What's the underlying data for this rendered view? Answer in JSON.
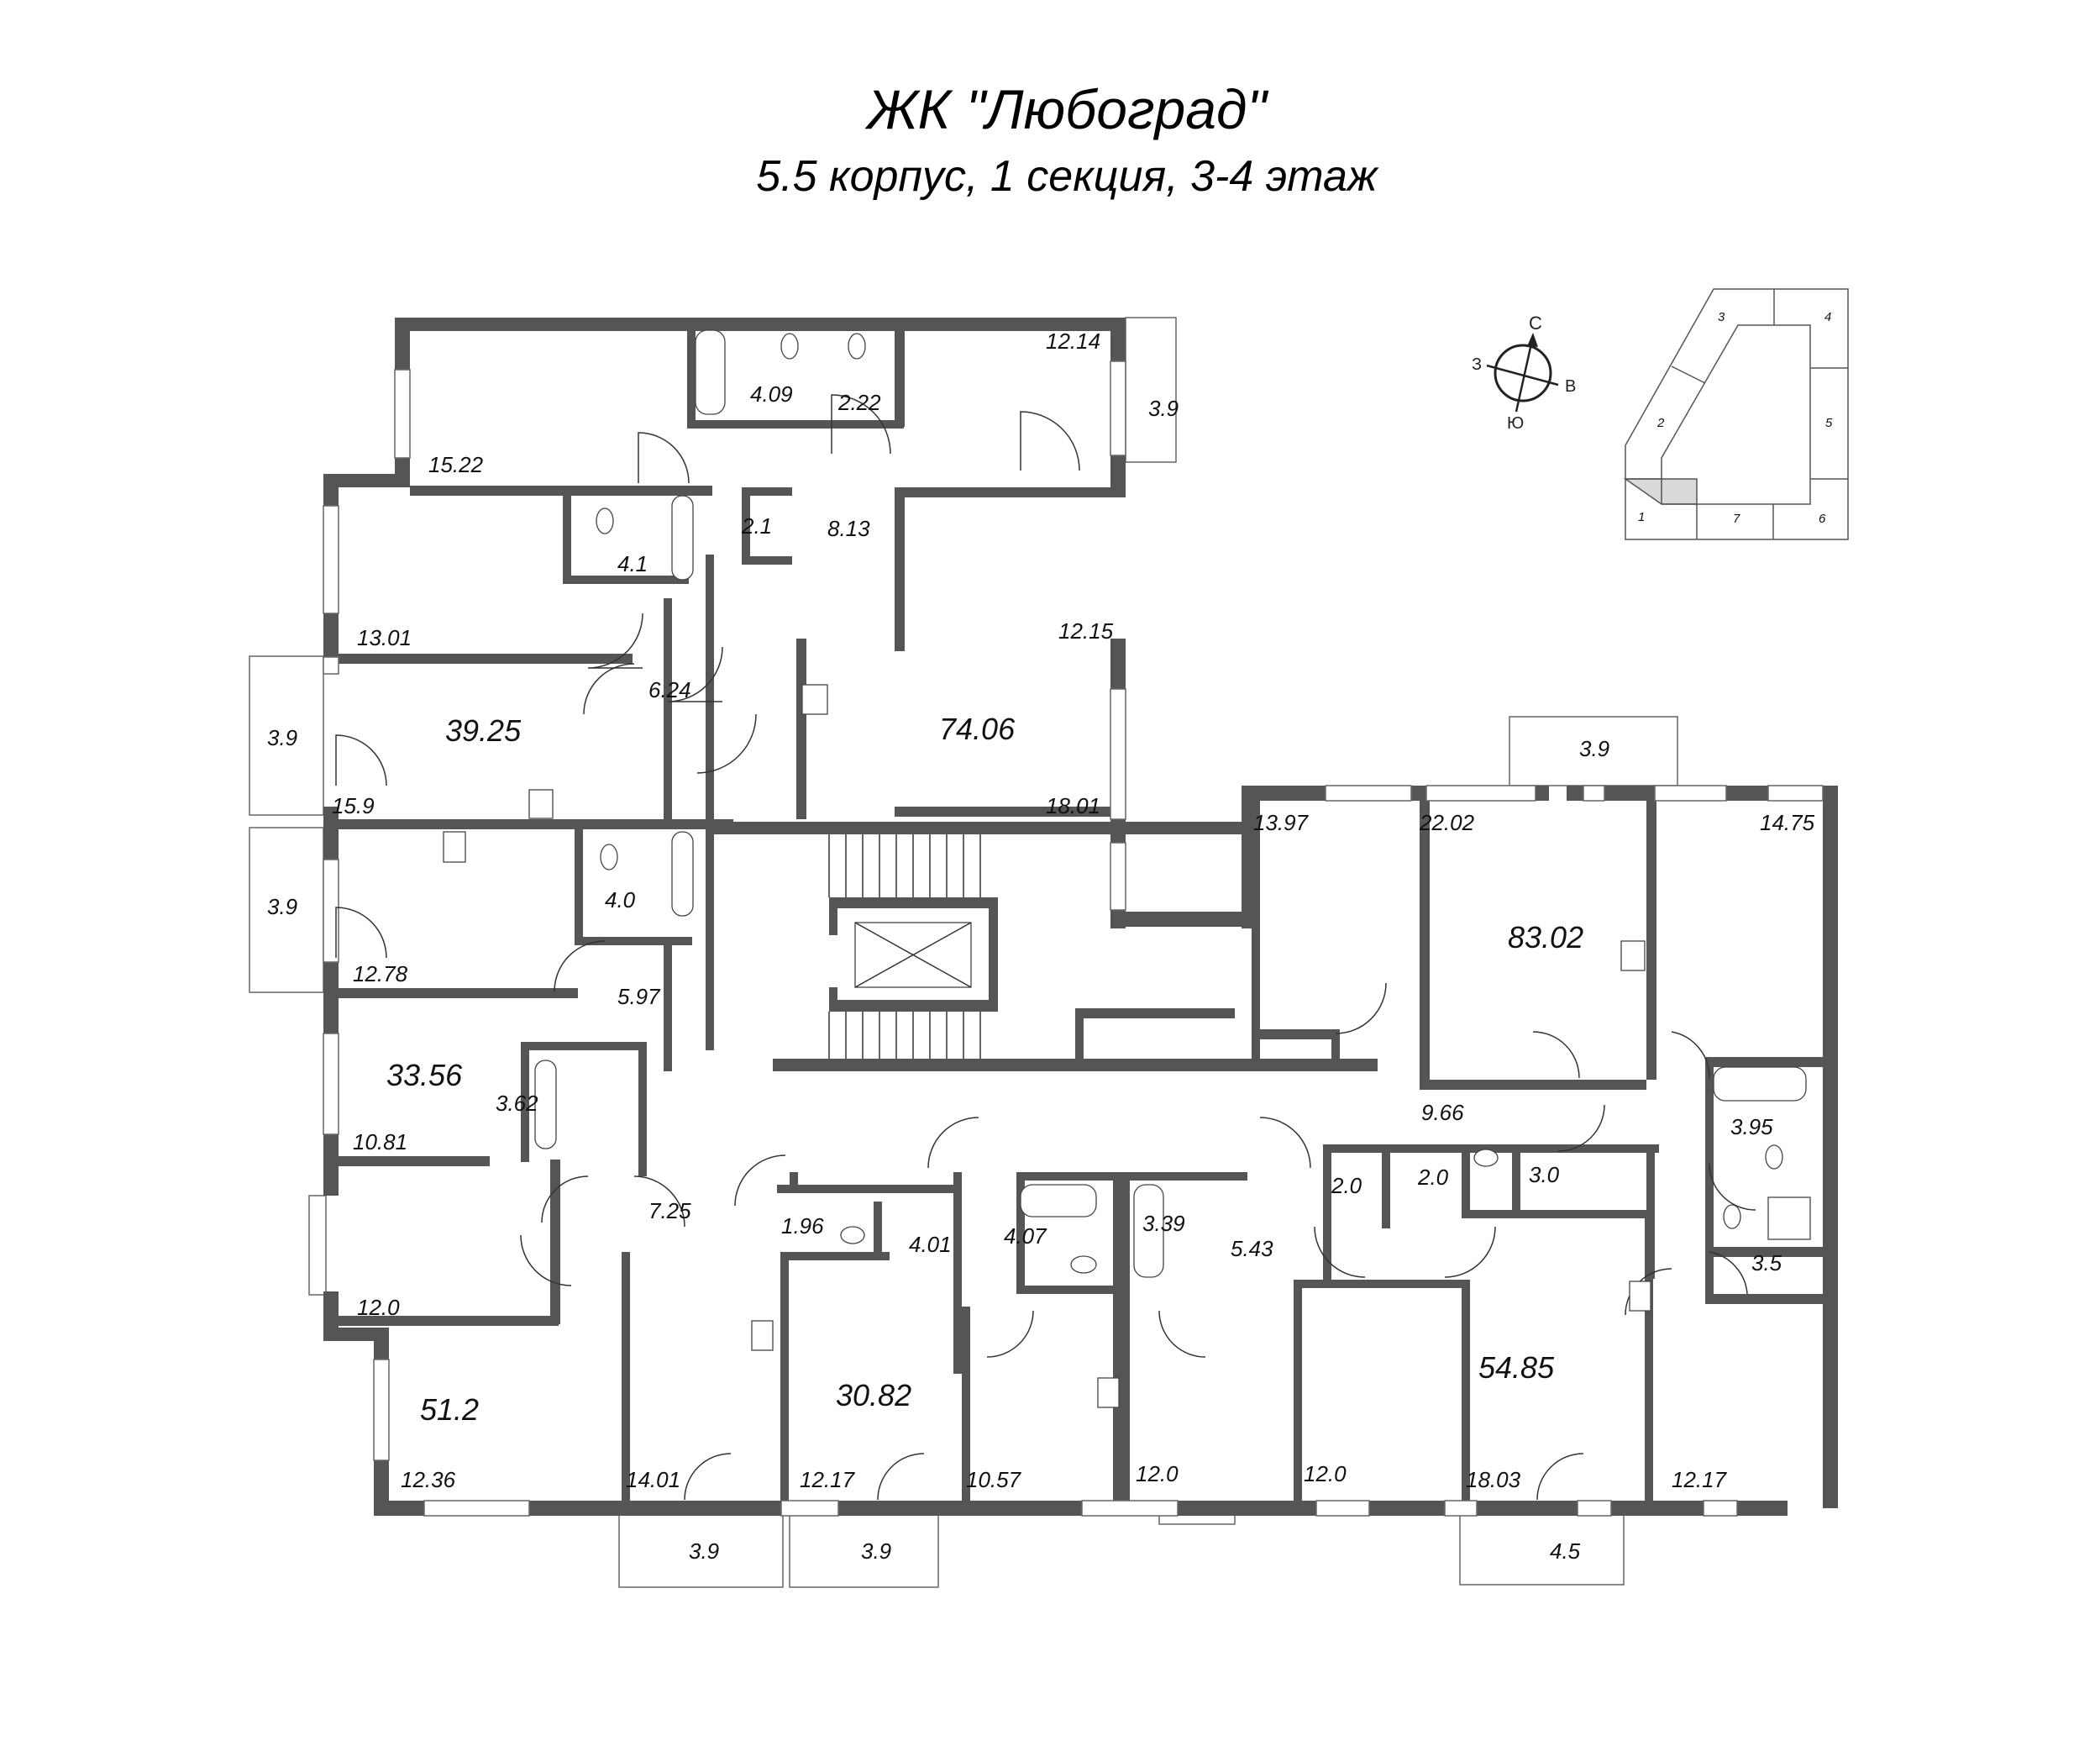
{
  "header": {
    "title": "ЖК \"Любоград\"",
    "subtitle": "5.5 корпус, 1 секция, 3-4 этаж"
  },
  "compass": {
    "north": "С",
    "south": "Ю",
    "west": "З",
    "east": "В"
  },
  "key_plan": {
    "sections": [
      "1",
      "2",
      "3",
      "4",
      "5",
      "6",
      "7"
    ],
    "highlighted_section": "1",
    "highlight_color": "#d9d9d9"
  },
  "colors": {
    "wall": "#555555",
    "background": "#ffffff",
    "text": "#111111"
  },
  "apartments": [
    {
      "total": "39.25",
      "rooms": [
        "15.22",
        "13.01",
        "15.9",
        "4.09",
        "4.1",
        "6.24",
        "3.9"
      ]
    },
    {
      "total": "74.06",
      "rooms": [
        "12.14",
        "12.15",
        "18.01",
        "2.22",
        "2.1",
        "8.13",
        "3.9"
      ]
    },
    {
      "total": "33.56",
      "rooms": [
        "12.78",
        "10.81",
        "4.0",
        "5.97",
        "3.62",
        "3.9"
      ]
    },
    {
      "total": "83.02",
      "rooms": [
        "13.97",
        "22.02",
        "14.75",
        "3.95",
        "3.5",
        "9.66",
        "3.0",
        "3.9"
      ]
    },
    {
      "total": "51.2",
      "rooms": [
        "12.0",
        "12.36",
        "14.01",
        "7.25",
        "1.96",
        "3.9"
      ]
    },
    {
      "total": "30.82",
      "rooms": [
        "12.17",
        "4.01",
        "4.07",
        "3.9"
      ]
    },
    {
      "total": "54.85",
      "rooms": [
        "10.57",
        "12.0",
        "12.0",
        "18.03",
        "3.39",
        "5.43",
        "2.0",
        "2.0",
        "12.17",
        "4.5"
      ]
    }
  ],
  "labels": {
    "r1522": "15.22",
    "r409": "4.09",
    "r222": "2.22",
    "r1214": "12.14",
    "b39top": "3.9",
    "r1301": "13.01",
    "r41": "4.1",
    "r21": "2.1",
    "r813": "8.13",
    "r1215": "12.15",
    "r624": "6.24",
    "t3925": "39.25",
    "r159": "15.9",
    "b39a": "3.9",
    "t7406": "74.06",
    "r1801": "18.01",
    "b39b": "3.9",
    "r40": "4.0",
    "r1278": "12.78",
    "r597": "5.97",
    "t3356": "33.56",
    "r362": "3.62",
    "r1081": "10.81",
    "r1397": "13.97",
    "r2202": "22.02",
    "b39c": "3.9",
    "r1475": "14.75",
    "t8302": "83.02",
    "r966": "9.66",
    "r395": "3.95",
    "r20a": "2.0",
    "r20b": "2.0",
    "r30": "3.0",
    "r35": "3.5",
    "r725": "7.25",
    "r196": "1.96",
    "r401": "4.01",
    "r407": "4.07",
    "r339": "3.39",
    "r543": "5.43",
    "r120a": "12.0",
    "t512": "51.2",
    "r1236": "12.36",
    "r1401": "14.01",
    "b39d": "3.9",
    "t3082": "30.82",
    "r1217a": "12.17",
    "b39e": "3.9",
    "r1057": "10.57",
    "r120b": "12.0",
    "r120c": "12.0",
    "t5485": "54.85",
    "r1803": "18.03",
    "b45": "4.5",
    "r1217b": "12.17"
  }
}
